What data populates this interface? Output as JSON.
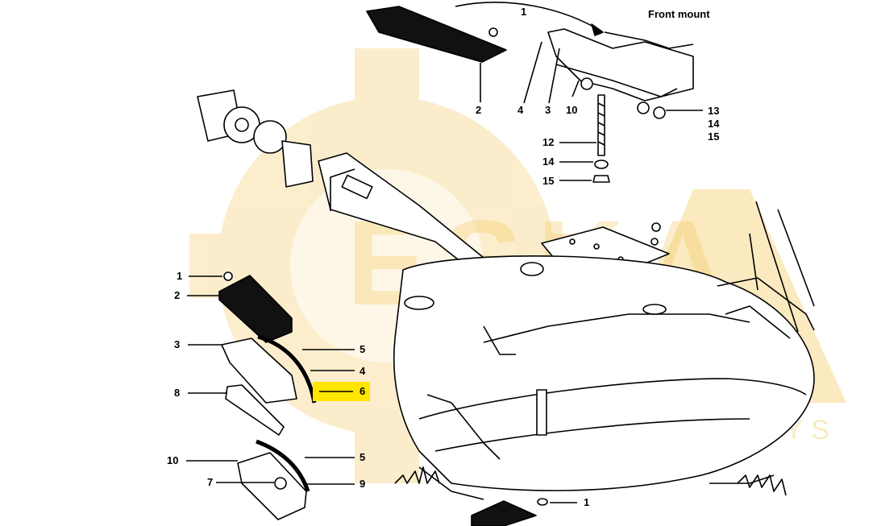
{
  "title": "Front mount",
  "watermark": {
    "main": "ESKA",
    "sub": "DALYS",
    "color": "#f3c24a"
  },
  "highlight_color": "#fff200",
  "callouts": [
    {
      "id": "c-top-1",
      "label": "1"
    },
    {
      "id": "c-top-2",
      "label": "2"
    },
    {
      "id": "c-top-4",
      "label": "4"
    },
    {
      "id": "c-top-3",
      "label": "3"
    },
    {
      "id": "c-top-10",
      "label": "10"
    },
    {
      "id": "c-top-13",
      "label": "13"
    },
    {
      "id": "c-top-14",
      "label": "14"
    },
    {
      "id": "c-top-15",
      "label": "15"
    },
    {
      "id": "c-12",
      "label": "12"
    },
    {
      "id": "c-14",
      "label": "14"
    },
    {
      "id": "c-15",
      "label": "15"
    },
    {
      "id": "c-left-1",
      "label": "1"
    },
    {
      "id": "c-left-2",
      "label": "2"
    },
    {
      "id": "c-left-3",
      "label": "3"
    },
    {
      "id": "c-left-8",
      "label": "8"
    },
    {
      "id": "c-left-5a",
      "label": "5"
    },
    {
      "id": "c-left-4",
      "label": "4"
    },
    {
      "id": "c-left-6",
      "label": "6"
    },
    {
      "id": "c-left-10",
      "label": "10"
    },
    {
      "id": "c-left-7",
      "label": "7"
    },
    {
      "id": "c-left-5b",
      "label": "5"
    },
    {
      "id": "c-left-9",
      "label": "9"
    },
    {
      "id": "c-bottom-1",
      "label": "1"
    }
  ]
}
